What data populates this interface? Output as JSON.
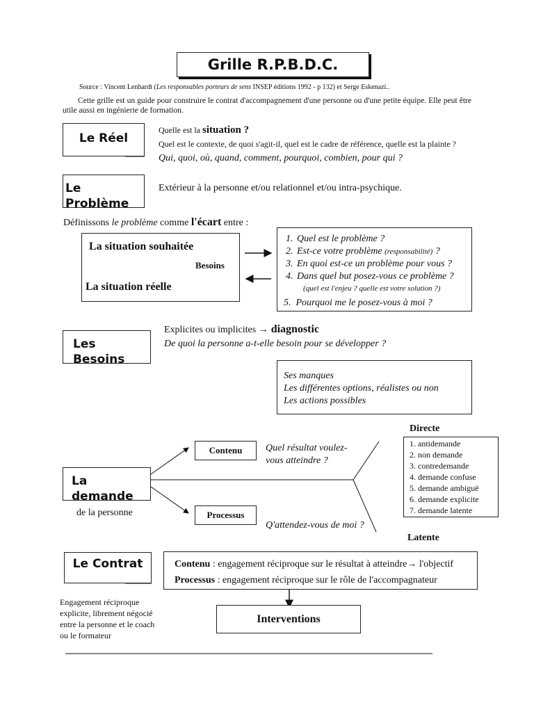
{
  "title": "Grille R.P.B.D.C.",
  "source": {
    "prefix": "Source : Vincent Lenhardt (",
    "book": "Les responsables porteurs de sens",
    "suffix": " INSEP éditions 1992 - p 132) et Serge Eskenazi.."
  },
  "intro": "Cette grille est un guide pour construire le contrat d'accompagnement d'une personne ou d'une petite équipe. Elle peut être utile aussi en ingénierie de formation.",
  "reel": {
    "label": "Le Réel",
    "q_prefix": "Quelle est la ",
    "q_word": "situation ?",
    "line2": "Quel est le contexte, de quoi s'agit-il, quel est le cadre de référence, quelle est la plainte ?",
    "line3": "Qui, quoi, où, quand, comment, pourquoi, combien,  pour qui ?"
  },
  "probleme": {
    "label_line1": "Le",
    "label_line2": "Problème",
    "text": "Extérieur à la personne et/ou relationnel et/ou intra-psychique.",
    "def_prefix": "Définissons ",
    "def_italic": "le problème",
    "def_mid": "  comme ",
    "def_bold": "l'écart",
    "def_suffix": " entre :",
    "situation_souhaitee": "La situation souhaitée",
    "besoins": "Besoins",
    "situation_reelle": "La situation réelle",
    "questions": [
      {
        "text": "Quel est le problème ?",
        "small": ""
      },
      {
        "text": "Est-ce votre problème ",
        "small": "(responsabilité)",
        "tail": " ?"
      },
      {
        "text": "En quoi est-ce un problème pour vous ?",
        "small": ""
      },
      {
        "text": "Dans quel but posez-vous ce problème ?",
        "small": ""
      }
    ],
    "q4_note": "(quel est l'enjeu ? quelle est votre solution ?)",
    "q5": "Pourquoi me le posez-vous à moi ?"
  },
  "besoins": {
    "label_line1": "Les",
    "label_line2": "Besoins",
    "line1_prefix": "Explicites ou implicites ",
    "arrow": "→",
    "line1_bold": " diagnostic",
    "line2": "De quoi la personne a-t-elle besoin pour se développer ?",
    "box": [
      "Ses manques",
      "Les différentes options, réalistes ou non",
      "Les actions possibles"
    ]
  },
  "demande": {
    "label_line1": "La",
    "label_line2": "demande",
    "sub": "de la personne",
    "contenu": "Contenu",
    "processus": "Processus",
    "contenu_q_line1": "Quel résultat voulez-",
    "contenu_q_line2": "vous atteindre ?",
    "processus_q": "Q'attendez-vous de moi ?",
    "directe": "Directe",
    "latente": "Latente",
    "types": [
      "antidemande",
      "non demande",
      "contredemande",
      "demande  confuse",
      "demande  ambiguë",
      "demande  explicite",
      "demande  latente"
    ]
  },
  "contrat": {
    "label": "Le Contrat",
    "contenu_label": "Contenu",
    "contenu_text": " : engagement réciproque sur le résultat à atteindre→ l'objectif",
    "processus_label": "Processus",
    "processus_text": " : engagement réciproque sur le rôle de l'accompagnateur",
    "note": [
      "Engagement réciproque",
      "explicite, librement négocié",
      "entre la personne et le coach",
      "ou le formateur"
    ],
    "interventions": "Interventions"
  }
}
